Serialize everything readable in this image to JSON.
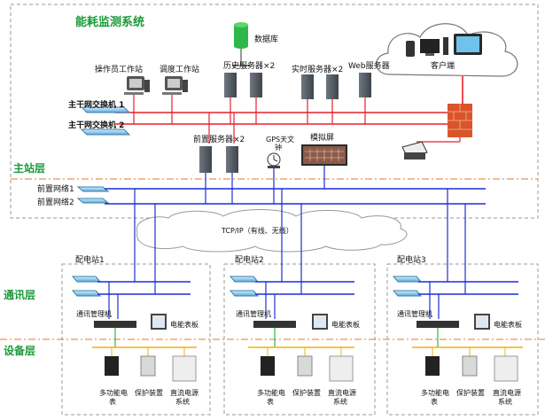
{
  "title": "能耗监测系统",
  "layers": {
    "master": "主站层",
    "comm": "通讯层",
    "device": "设备层"
  },
  "labels": {
    "database": "数据库",
    "client": "客户端",
    "operator_ws": "操作员工作站",
    "dispatch_ws": "调度工作站",
    "history_server": "历史服务器×2",
    "realtime_server": "实时服务器×2",
    "web_server": "Web服务器",
    "backbone_switch1": "主干网交换机 1",
    "backbone_switch2": "主干网交换机 2",
    "frontend_server": "前置服务器×2",
    "gps_clock_line1": "GPS天文",
    "gps_clock_line2": "钟",
    "sim_screen": "模拟屏",
    "frontend_net1": "前置网络1",
    "frontend_net2": "前置网络2",
    "network": "TCP/IP（有线、无线）"
  },
  "stations": [
    {
      "name": "配电站1"
    },
    {
      "name": "配电站2"
    },
    {
      "name": "配电站3"
    }
  ],
  "station_labels": {
    "comm_manager": "通讯管理机",
    "power_panel": "电能表板",
    "meter_line1": "多功能电",
    "meter_line2": "表",
    "protection": "保护装置",
    "dc_line1": "直流电源",
    "dc_line2": "系统"
  },
  "colors": {
    "backbone": "#e8202a",
    "frontend_net": "#1a2fd6",
    "device_bus": "#f0b400",
    "layer_text": "#1a9a3a",
    "divider": "#e87a2a"
  }
}
